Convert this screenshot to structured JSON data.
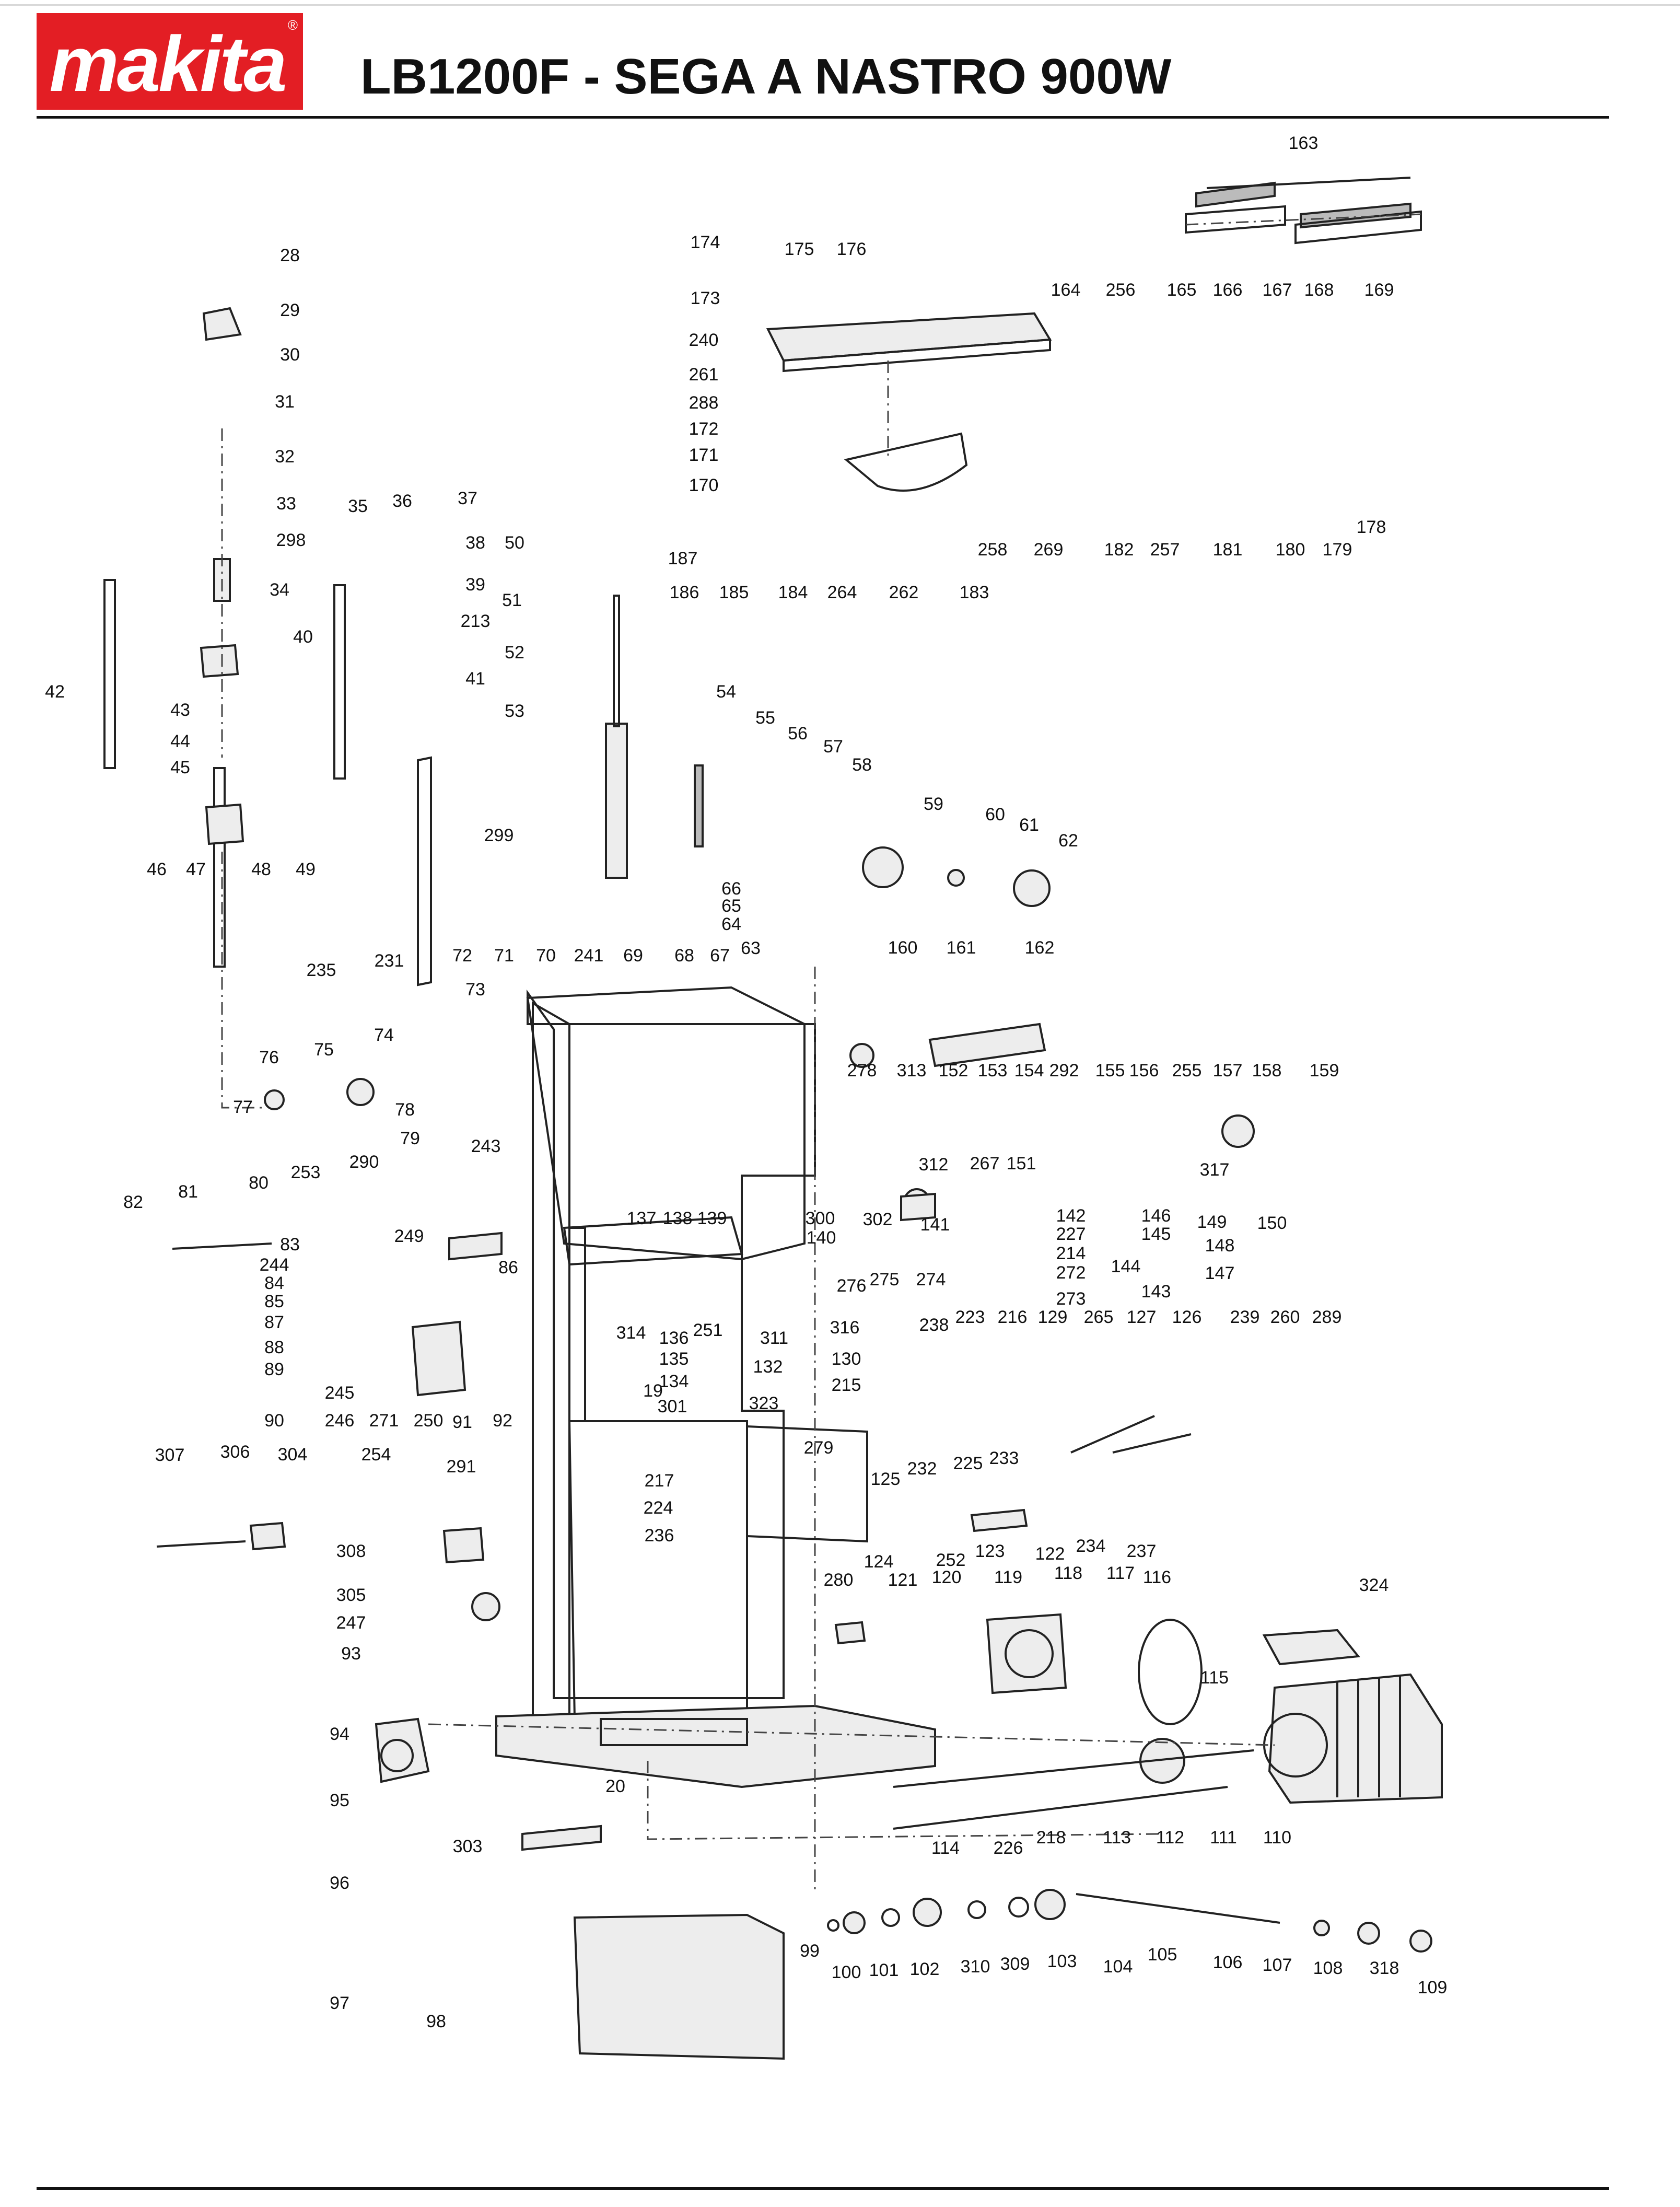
{
  "brand": {
    "logo_text": "makita",
    "reg_mark": "®",
    "color": "#e31e24"
  },
  "title": "LB1200F - SEGA A NASTRO 900W",
  "part_labels": [
    "28",
    "29",
    "30",
    "31",
    "32",
    "33",
    "298",
    "34",
    "35",
    "36",
    "37",
    "38",
    "39",
    "213",
    "40",
    "41",
    "42",
    "43",
    "44",
    "45",
    "46",
    "47",
    "48",
    "49",
    "50",
    "51",
    "52",
    "53",
    "54",
    "55",
    "56",
    "57",
    "58",
    "59",
    "60",
    "61",
    "62",
    "299",
    "66",
    "65",
    "64",
    "72",
    "71",
    "70",
    "241",
    "69",
    "68",
    "67",
    "63",
    "235",
    "231",
    "73",
    "74",
    "76",
    "75",
    "77",
    "78",
    "79",
    "243",
    "174",
    "175",
    "176",
    "173",
    "240",
    "261",
    "288",
    "172",
    "171",
    "170",
    "187",
    "186",
    "185",
    "184",
    "264",
    "262",
    "183",
    "258",
    "269",
    "182",
    "257",
    "181",
    "180",
    "179",
    "178",
    "163",
    "164",
    "256",
    "165",
    "166",
    "167",
    "168",
    "169",
    "160",
    "161",
    "162",
    "278",
    "313",
    "152",
    "153",
    "154",
    "292",
    "155",
    "156",
    "255",
    "157",
    "158",
    "159",
    "317",
    "312",
    "267",
    "151",
    "141",
    "149",
    "150",
    "302",
    "142",
    "227",
    "146",
    "145",
    "148",
    "214",
    "272",
    "144",
    "147",
    "143",
    "273",
    "253",
    "290",
    "80",
    "81",
    "82",
    "83",
    "244",
    "84",
    "85",
    "87",
    "88",
    "89",
    "90",
    "245",
    "246",
    "271",
    "250",
    "91",
    "92",
    "249",
    "86",
    "291",
    "137",
    "138",
    "139",
    "300",
    "140",
    "276",
    "275",
    "274",
    "314",
    "136",
    "251",
    "135",
    "134",
    "19",
    "301",
    "311",
    "132",
    "316",
    "238",
    "130",
    "215",
    "323",
    "279",
    "223",
    "216",
    "129",
    "265",
    "127",
    "126",
    "239",
    "260",
    "289",
    "232",
    "225",
    "233",
    "125",
    "307",
    "306",
    "304",
    "254",
    "308",
    "305",
    "247",
    "93",
    "217",
    "224",
    "236",
    "124",
    "252",
    "123",
    "122",
    "234",
    "237",
    "280",
    "121",
    "120",
    "119",
    "118",
    "117",
    "116",
    "115",
    "324",
    "94",
    "20",
    "95",
    "303",
    "96",
    "97",
    "98",
    "114",
    "226",
    "218",
    "113",
    "112",
    "111",
    "110",
    "99",
    "100",
    "101",
    "102",
    "310",
    "309",
    "103",
    "104",
    "105",
    "106",
    "107",
    "108",
    "318",
    "109"
  ],
  "colors": {
    "ink": "#222222",
    "rule": "#111111",
    "background": "#ffffff"
  }
}
